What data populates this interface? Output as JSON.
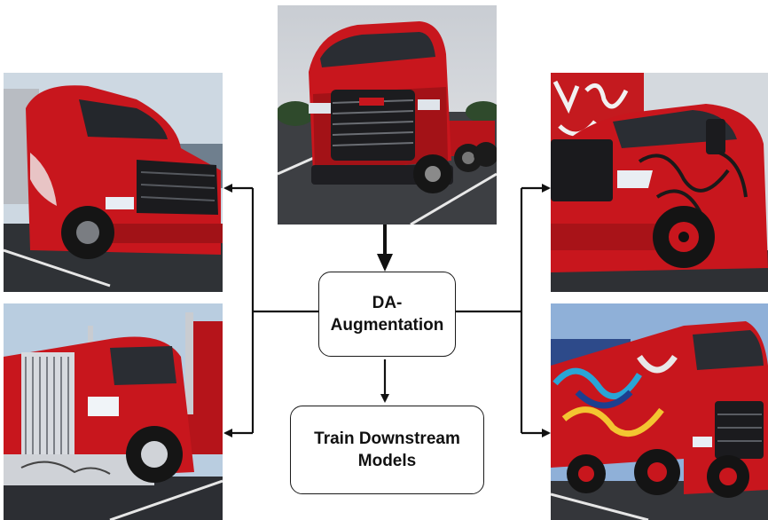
{
  "diagram": {
    "nodes": {
      "augmentation": {
        "label": "DA-\nAugmentation"
      },
      "train": {
        "label": "Train Downstream\nModels"
      }
    },
    "images": {
      "source": {
        "icon": "red-semi-truck-photo",
        "description": "original"
      },
      "left_top": {
        "icon": "red-semi-truck-photo"
      },
      "left_bottom": {
        "icon": "red-semi-truck-photo"
      },
      "right_top": {
        "icon": "graffiti-red-truck-photo"
      },
      "right_bottom": {
        "icon": "graffiti-red-truck-photo"
      }
    },
    "edges": [
      {
        "from": "source",
        "to": "augmentation"
      },
      {
        "from": "augmentation",
        "to": "train"
      },
      {
        "from": "augmentation",
        "to": "left_top"
      },
      {
        "from": "augmentation",
        "to": "left_bottom"
      },
      {
        "from": "augmentation",
        "to": "right_top"
      },
      {
        "from": "augmentation",
        "to": "right_bottom"
      }
    ],
    "colors": {
      "truck_red": "#c8161d",
      "line": "#111111",
      "asphalt": "#3a3c40"
    }
  }
}
